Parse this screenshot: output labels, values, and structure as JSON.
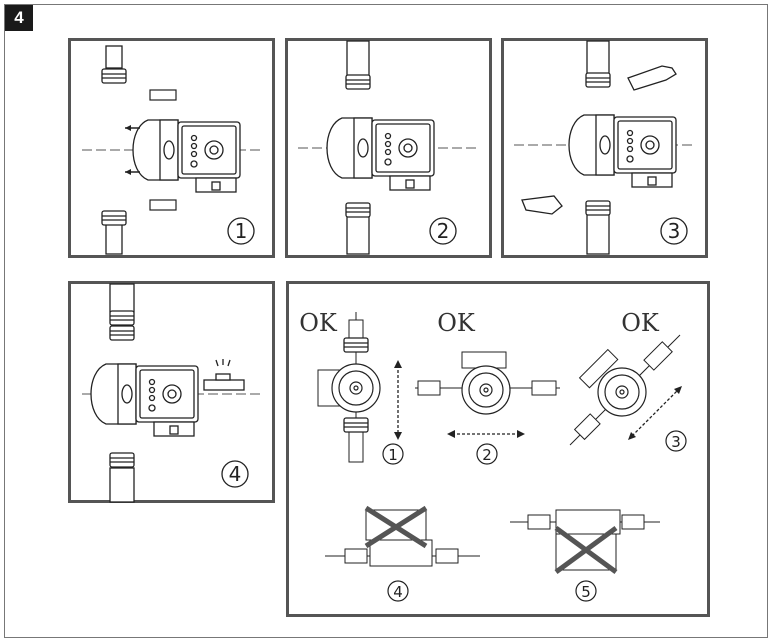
{
  "figure": {
    "number": "4"
  },
  "steps": [
    {
      "label": "1"
    },
    {
      "label": "2"
    },
    {
      "label": "3"
    },
    {
      "label": "4"
    }
  ],
  "orientation": {
    "ok_label": "OK",
    "positions": [
      {
        "label": "1",
        "status": "OK"
      },
      {
        "label": "2",
        "status": "OK"
      },
      {
        "label": "3",
        "status": "OK"
      },
      {
        "label": "4",
        "status": "not allowed"
      },
      {
        "label": "5",
        "status": "not allowed"
      }
    ]
  },
  "colors": {
    "line": "#222222",
    "border": "#555555",
    "badge": "#1a1a1a"
  }
}
